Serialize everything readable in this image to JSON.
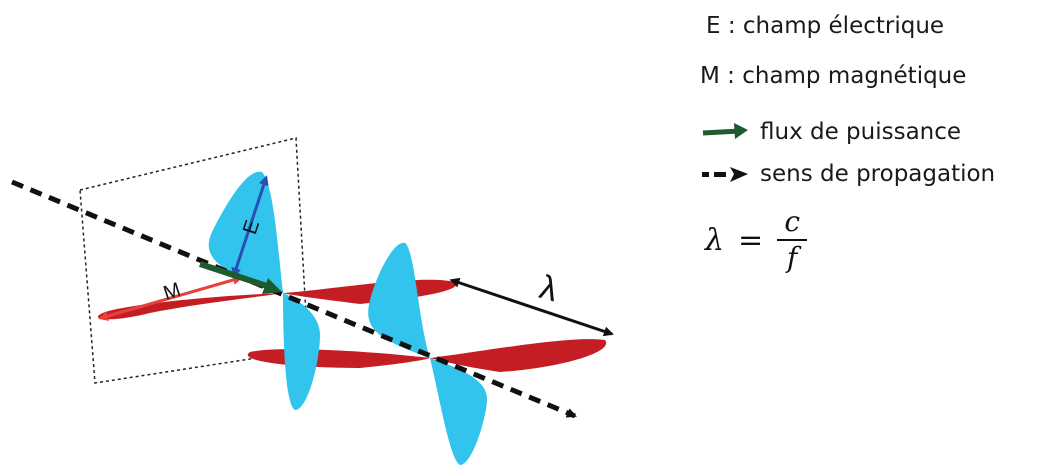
{
  "diagram": {
    "e_label": "E",
    "m_label": "M",
    "lambda_label": "λ",
    "colors": {
      "electric": "#33c4ee",
      "magnetic": "#c41e24",
      "power": "#1d5a2e",
      "e_arrow": "#2a4fb3",
      "m_arrow": "#e8403a",
      "axis": "#111111"
    }
  },
  "legend": {
    "e_text": "E : champ électrique",
    "m_text": "M : champ magnétique",
    "power_text": "flux de puissance",
    "propagation_text": "sens de propagation"
  },
  "formula": {
    "lhs": "λ",
    "op": "=",
    "numerator": "c",
    "denominator": "f"
  }
}
